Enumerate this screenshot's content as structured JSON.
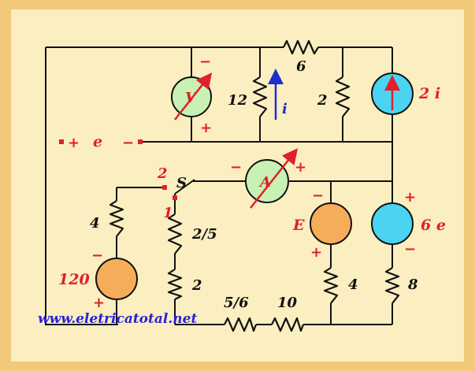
{
  "site": "www.eletricatotal.net",
  "colors": {
    "background": "#fbeec0",
    "frame": "#f2c879",
    "voltmeter": "#c7f2b4",
    "ammeter": "#c7f2b4",
    "source_orange": "#f6ad5a",
    "source_cyan": "#4ad4f2",
    "red": "#e0202a",
    "blue": "#1c2fd0"
  },
  "labels": {
    "r_top": "6",
    "r_12": "12",
    "r_2_top": "2",
    "current_i": "i",
    "source_2i": "2 i",
    "voltmeter": "V",
    "e_label": "e",
    "switch_s": "S",
    "switch_pos_2": "2",
    "switch_pos_1": "1",
    "ammeter": "A",
    "r_4_left": "4",
    "source_120": "120",
    "r_2_5": "2/5",
    "r_2_bottom": "2",
    "r_5_6": "5/6",
    "r_10": "10",
    "source_E": "E",
    "r_4_right": "4",
    "source_6e": "6 e",
    "r_8": "8"
  },
  "signs": {
    "plus": "+",
    "minus": "−"
  }
}
